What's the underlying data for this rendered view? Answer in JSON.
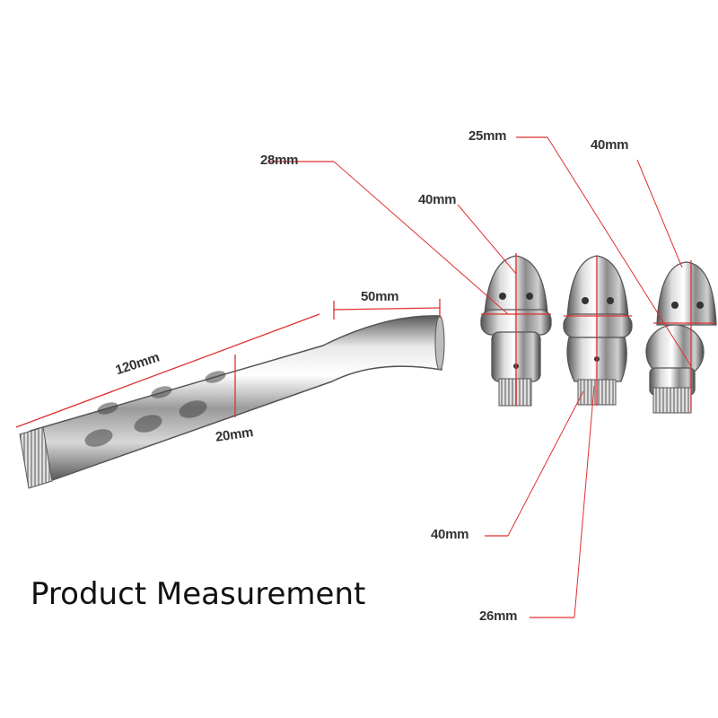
{
  "title": "Product Measurement",
  "colors": {
    "dimension_line": "#e03030",
    "metal_dark": "#6e6e6e",
    "metal_light": "#f2f2f2"
  },
  "labels": {
    "pipe_length": "120mm",
    "pipe_tip": "50mm",
    "pipe_diameter": "20mm",
    "nozzle1_diameter": "28mm",
    "nozzle1_length": "40mm",
    "nozzle3_diameter": "25mm",
    "nozzle3_length": "40mm",
    "nozzle2_length": "40mm",
    "nozzle2_diameter": "26mm"
  }
}
